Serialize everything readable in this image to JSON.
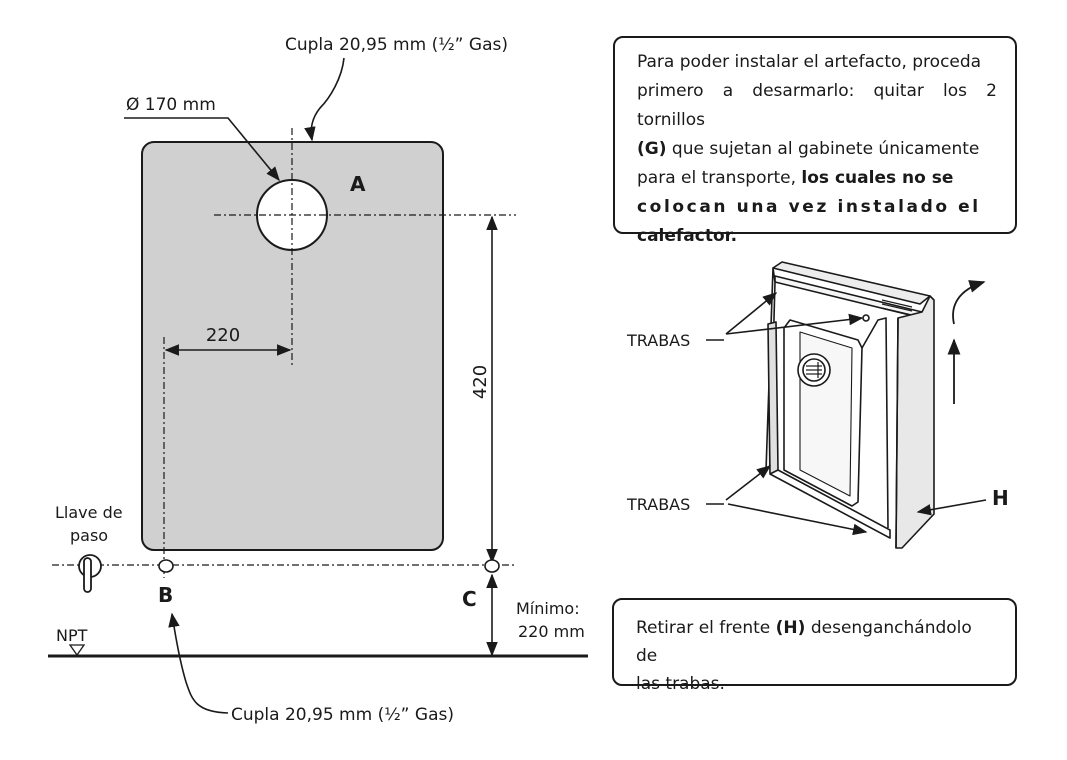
{
  "labels": {
    "cupla_top": "Cupla 20,95 mm (½” Gas)",
    "cupla_bottom": "Cupla 20,95 mm (½” Gas)",
    "diameter": "Ø 170 mm",
    "point_a": "A",
    "point_b": "B",
    "point_c": "C",
    "dim_220": "220",
    "dim_420": "420",
    "llave_line1": "Llave de",
    "llave_line2": "paso",
    "npt": "NPT",
    "minimo_line1": "Mínimo:",
    "minimo_line2": "220 mm",
    "trabas_top": "TRABAS",
    "trabas_bottom": "TRABAS",
    "point_h": "H"
  },
  "note1": {
    "line1": "Para poder instalar el artefacto, proceda",
    "line2": "primero a desarmarlo: quitar los 2 tornillos",
    "g_bold": "(G)",
    "line3_rest": " que sujetan al gabinete únicamente",
    "line4_plain": "para el transporte, ",
    "line4_bold": "los cuales no se",
    "line5_bold": "colocan una vez instalado el",
    "line6_bold": "calefactor."
  },
  "note2": {
    "part1": "Retirar el frente ",
    "h_bold": "(H)",
    "part2": " desenganchándolo de",
    "line2": "las trabas."
  },
  "colors": {
    "panel_fill": "#d0d0d0",
    "stroke": "#1a1a1a",
    "background": "#ffffff"
  }
}
